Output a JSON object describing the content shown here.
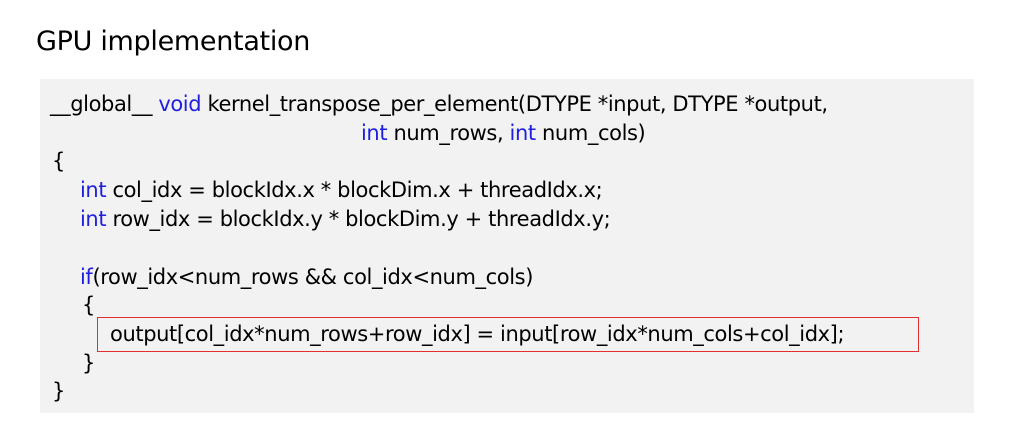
{
  "slide": {
    "title": "GPU implementation"
  },
  "code": {
    "line1_a": "__global__ ",
    "line1_kw_void": "void",
    "line1_b": " kernel_transpose_per_element(DTYPE *input, DTYPE *output,",
    "line2_kw_int1": "int",
    "line2_a": " num_rows, ",
    "line2_kw_int2": "int",
    "line2_b": " num_cols)",
    "line3": "{",
    "line4_kw": "int",
    "line4_rest": " col_idx = blockIdx.x * blockDim.x + threadIdx.x;",
    "line5_kw": "int",
    "line5_rest": " row_idx = blockIdx.y * blockDim.y + threadIdx.y;",
    "line6_kw": "if",
    "line6_rest": "(row_idx<num_rows && col_idx<num_cols)",
    "line7": "{",
    "line8": "output[col_idx*num_rows+row_idx] = input[row_idx*num_cols+col_idx];",
    "line9": "}",
    "line10": "}"
  },
  "colors": {
    "keyword": "#1f1fdf",
    "highlight_border": "#e03030",
    "code_background": "#f2f2f2"
  }
}
